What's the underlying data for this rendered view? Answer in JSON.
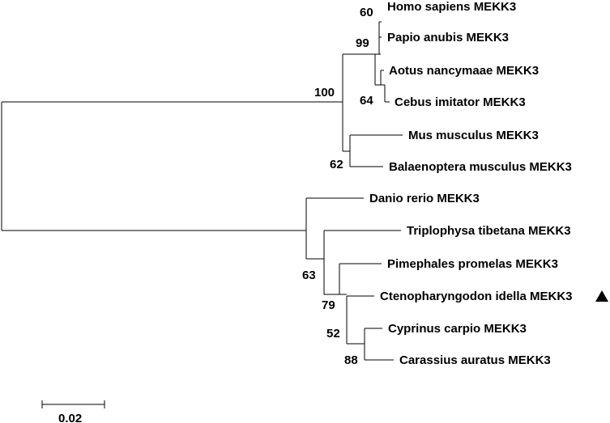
{
  "tree": {
    "taxa": [
      {
        "name": "Homo sapiens MEKK3"
      },
      {
        "name": "Papio anubis MEKK3"
      },
      {
        "name": "Aotus nancymaae MEKK3"
      },
      {
        "name": "Cebus imitator MEKK3"
      },
      {
        "name": "Mus musculus MEKK3"
      },
      {
        "name": "Balaenoptera musculus MEKK3"
      },
      {
        "name": "Danio rerio MEKK3"
      },
      {
        "name": "Triplophysa tibetana MEKK3"
      },
      {
        "name": "Pimephales promelas MEKK3"
      },
      {
        "name": "Ctenopharyngodon idella MEKK3"
      },
      {
        "name": "Cyprinus carpio MEKK3"
      },
      {
        "name": "Carassius auratus MEKK3"
      }
    ],
    "bootstrap": [
      "60",
      "99",
      "64",
      "100",
      "62",
      "63",
      "79",
      "52",
      "88"
    ],
    "highlight_marker": "triangle-marker",
    "scale_bar": {
      "value": 0.02,
      "label": "0.02"
    }
  }
}
